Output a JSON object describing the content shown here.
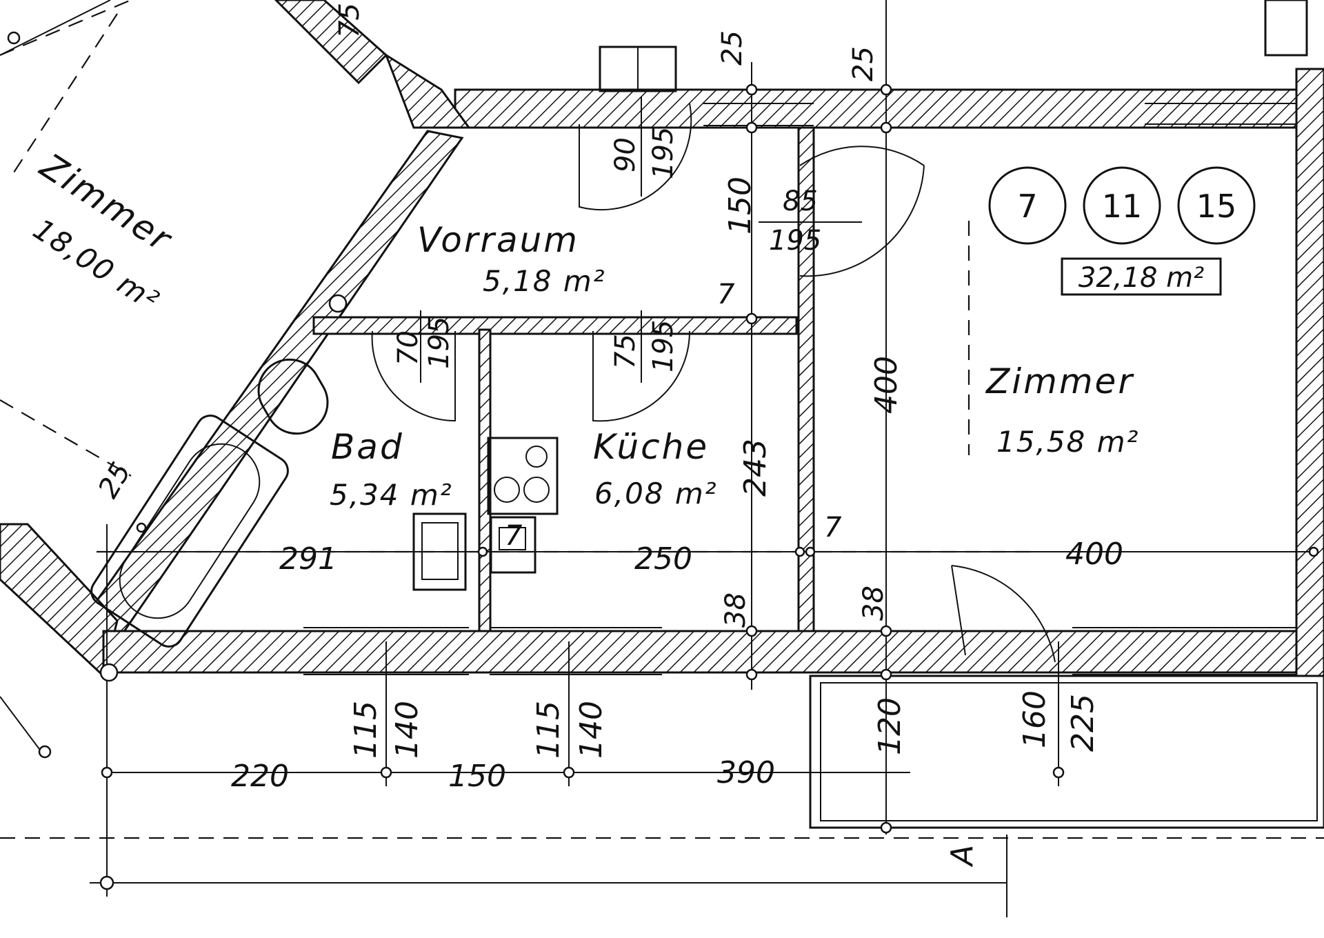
{
  "rooms": {
    "zimmer_left": {
      "name": "Zimmer",
      "area": "18,00 m²"
    },
    "vorraum": {
      "name": "Vorraum",
      "area": "5,18 m²"
    },
    "bad": {
      "name": "Bad",
      "area": "5,34 m²"
    },
    "kueche": {
      "name": "Küche",
      "area": "6,08 m²"
    },
    "zimmer_right": {
      "name": "Zimmer",
      "area": "15,58 m²"
    }
  },
  "unit": {
    "circles": [
      "7",
      "11",
      "15"
    ],
    "total_area": "32,18 m²"
  },
  "doors": {
    "entry": {
      "w": "90",
      "h": "195"
    },
    "zimmer": {
      "w": "85",
      "h": "195"
    },
    "bad": {
      "w": "70",
      "h": "195"
    },
    "kueche": {
      "w": "75",
      "h": "195"
    }
  },
  "dimensions": {
    "top_25_a": "25",
    "top_25_b": "25",
    "top_75": "75",
    "v_150": "150",
    "v_400": "400",
    "v_243": "243",
    "d_7_a": "7",
    "d_7_b": "7",
    "d_7_c": "7",
    "d_25_side": "25",
    "h_291": "291",
    "h_250": "250",
    "h_400": "400",
    "d_38_a": "38",
    "d_38_b": "38",
    "w1_115": "115",
    "w1_140": "140",
    "w2_115": "115",
    "w2_140": "140",
    "b_120": "120",
    "b_160": "160",
    "b_225": "225",
    "h_220": "220",
    "h_150": "150",
    "h_390": "390",
    "section": "A"
  }
}
